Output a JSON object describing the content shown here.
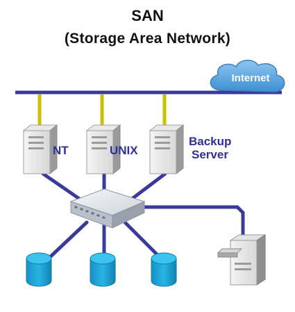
{
  "title": {
    "line1": "SAN",
    "line2": "(Storage Area Network)"
  },
  "cloud": {
    "label": "Internet"
  },
  "servers": [
    {
      "label": "NT"
    },
    {
      "label": "UNIX"
    },
    {
      "label_line1": "Backup",
      "label_line2": "Server"
    }
  ],
  "colors": {
    "link": "#3a3a9c",
    "lan_drop": "#c9c400",
    "cloud_fill": "#5aa2dd",
    "storage": "#1ea6d8",
    "label": "#2f2f99"
  },
  "icons": {
    "servers": "tower-server-icon",
    "switch": "fibre-channel-switch-icon",
    "disks": "disk-storage-icon",
    "tape": "tape-library-icon",
    "cloud": "cloud-icon"
  }
}
